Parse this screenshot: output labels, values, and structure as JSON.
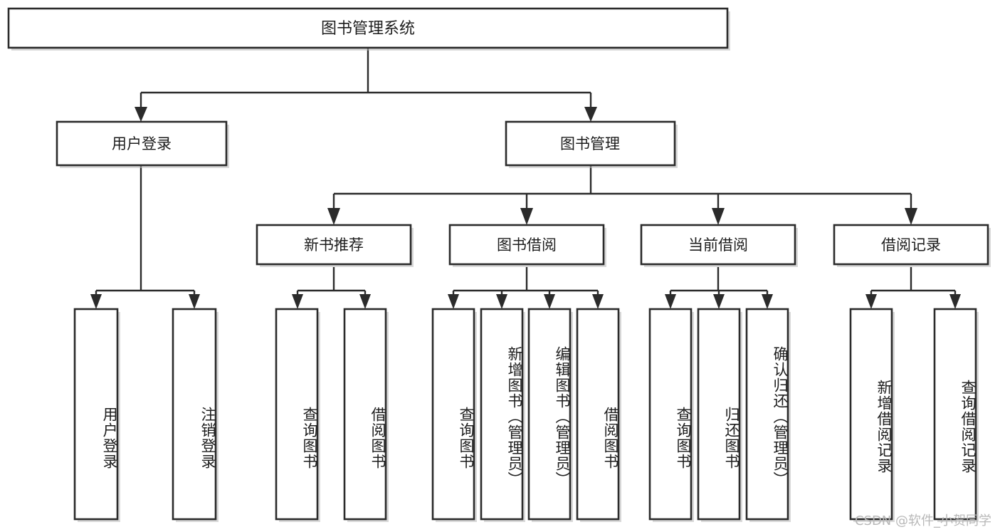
{
  "diagram": {
    "title": "图书管理系统",
    "type": "hierarchy-tree",
    "background_color": "#ffffff",
    "line_color": "#2b2b2b",
    "box_fill": "#ffffff",
    "text_color": "#1d1d1d"
  },
  "nodes": {
    "root": {
      "label": "图书管理系统",
      "level": 0
    },
    "level1": [
      {
        "id": "user-login",
        "label": "用户登录",
        "level": 1
      },
      {
        "id": "book-manage",
        "label": "图书管理",
        "level": 1
      }
    ],
    "level2": [
      {
        "id": "new-book-recommend",
        "label": "新书推荐",
        "level": 2,
        "parent": "book-manage"
      },
      {
        "id": "book-borrow",
        "label": "图书借阅",
        "level": 2,
        "parent": "book-manage"
      },
      {
        "id": "current-borrow",
        "label": "当前借阅",
        "level": 2,
        "parent": "book-manage"
      },
      {
        "id": "borrow-record",
        "label": "借阅记录",
        "level": 2,
        "parent": "book-manage"
      }
    ],
    "leaves": [
      {
        "id": "leaf-user-login",
        "label": "用户登录",
        "parent": "user-login"
      },
      {
        "id": "leaf-user-logout",
        "label": "注销登录",
        "parent": "user-login"
      },
      {
        "id": "leaf-query-book-rec",
        "label": "查询图书",
        "parent": "new-book-recommend"
      },
      {
        "id": "leaf-borrow-book-rec",
        "label": "借阅图书",
        "parent": "new-book-recommend"
      },
      {
        "id": "leaf-query-book-borrow",
        "label": "查询图书",
        "parent": "book-borrow"
      },
      {
        "id": "leaf-add-book",
        "label": "新增图书（管理员）",
        "parent": "book-borrow"
      },
      {
        "id": "leaf-edit-book",
        "label": "编辑图书（管理员）",
        "parent": "book-borrow"
      },
      {
        "id": "leaf-borrow-book",
        "label": "借阅图书",
        "parent": "book-borrow"
      },
      {
        "id": "leaf-query-book-current",
        "label": "查询图书",
        "parent": "current-borrow"
      },
      {
        "id": "leaf-return-book",
        "label": "归还图书",
        "parent": "current-borrow"
      },
      {
        "id": "leaf-confirm-return",
        "label": "确认归还（管理员）",
        "parent": "current-borrow"
      },
      {
        "id": "leaf-add-record",
        "label": "新增借阅记录",
        "parent": "borrow-record"
      },
      {
        "id": "leaf-query-record",
        "label": "查询借阅记录",
        "parent": "borrow-record"
      }
    ]
  },
  "watermark": {
    "text": "CSDN @软件_小贺同学"
  }
}
